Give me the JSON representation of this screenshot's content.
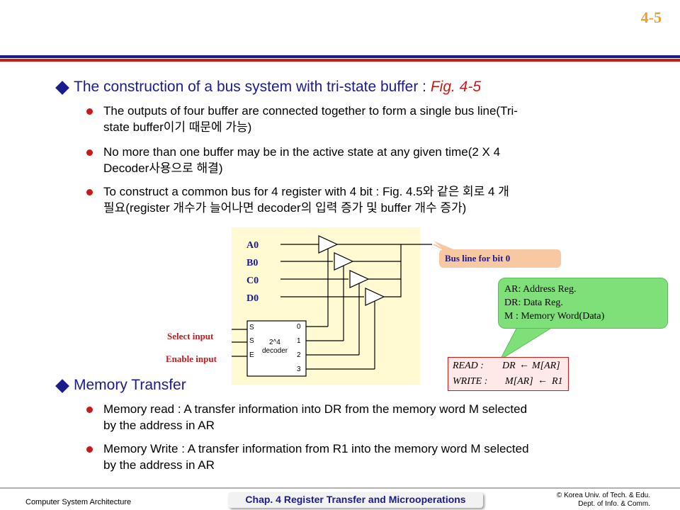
{
  "slide_number": "4-5",
  "section1": {
    "title": "The construction of a bus system with tri-state buffer : ",
    "title_ref": "Fig. 4-5",
    "bullets": [
      {
        "line1": "The outputs of four buffer are connected together to form a single bus line(Tri-",
        "line2": "state buffer이기 때문에 가능)"
      },
      {
        "line1": "No more than one buffer may be in the active state at any given time(2 X 4",
        "line2": "Decoder사용으로 해결)"
      },
      {
        "line1": "To construct a common bus for 4 register with 4 bit : Fig. 4.5와 같은 회로 4 개",
        "line2": "필요(register 개수가 늘어나면 decoder의 입력 증가 및 buffer 개수 증가)"
      }
    ]
  },
  "figure": {
    "inputs": [
      "A0",
      "B0",
      "C0",
      "D0"
    ],
    "select_label": "Select input",
    "enable_label": "Enable input",
    "decoder_inputs": [
      "S",
      "S",
      "E"
    ],
    "decoder_title_1": "2^4",
    "decoder_title_2": "decoder",
    "decoder_outputs": [
      "0",
      "1",
      "2",
      "3"
    ],
    "bus_callout": "Bus line for bit 0",
    "reg_callout": [
      "AR: Address Reg.",
      "DR: Data Reg.",
      "M : Memory Word(Data)"
    ],
    "equations": [
      {
        "label": "READ :",
        "lhs": "DR",
        "rhs": "M[AR]"
      },
      {
        "label": "WRITE :",
        "lhs": "M[AR]",
        "rhs": "R1"
      }
    ]
  },
  "section2": {
    "title": "Memory Transfer",
    "bullets": [
      {
        "line1": "Memory read : A transfer information into DR from the memory word M selected",
        "line2": "by the address in AR"
      },
      {
        "line1": "Memory Write : A transfer information from R1 into the memory word M selected",
        "line2": "by the address in AR"
      }
    ]
  },
  "footer": {
    "left": "Computer System Architecture",
    "center": "Chap. 4  Register Transfer and Microoperations",
    "right_line1": "© Korea Univ. of Tech. & Edu.",
    "right_line2": "Dept. of Info. & Comm."
  },
  "colors": {
    "navy": "#1b1b8c",
    "red": "#c81a1a",
    "orange": "#e8a030",
    "figure_bg": "#fffad2",
    "callout_green": "#7fe07a",
    "callout_peach": "#f7c8a2"
  }
}
